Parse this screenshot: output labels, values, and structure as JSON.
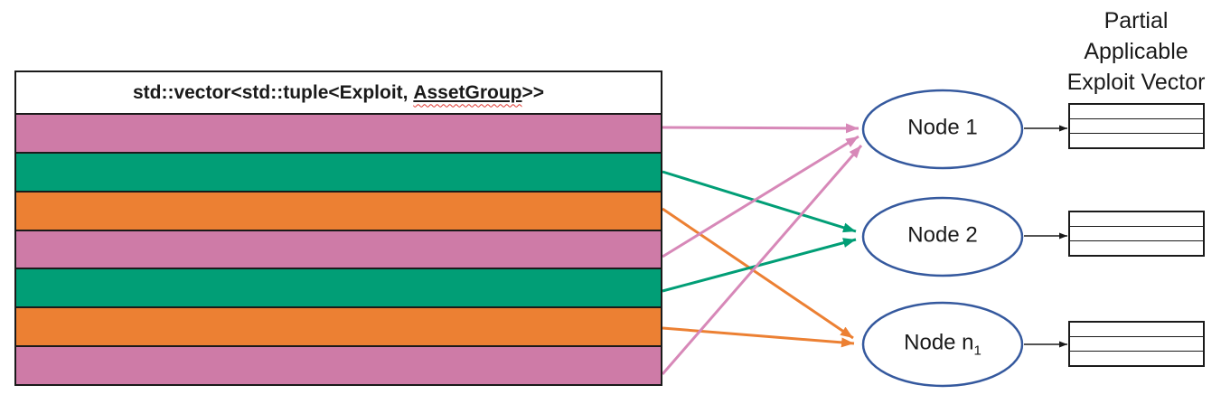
{
  "diagram": {
    "vector_table": {
      "header_prefix": "std::vector<std::tuple<Exploit, ",
      "header_misspelled_word": "AssetGroup",
      "header_suffix": ">>",
      "rows": [
        {
          "index": 0,
          "color_name": "pink",
          "target": "Node 1"
        },
        {
          "index": 1,
          "color_name": "green",
          "target": "Node 2"
        },
        {
          "index": 2,
          "color_name": "orange",
          "target": "Node n1"
        },
        {
          "index": 3,
          "color_name": "pink",
          "target": "Node 1"
        },
        {
          "index": 4,
          "color_name": "green",
          "target": "Node 2"
        },
        {
          "index": 5,
          "color_name": "orange",
          "target": "Node n1"
        },
        {
          "index": 6,
          "color_name": "pink",
          "target": "Node 1"
        }
      ]
    },
    "nodes": [
      {
        "label": "Node 1",
        "sub": ""
      },
      {
        "label": "Node 2",
        "sub": ""
      },
      {
        "label": "Node n",
        "sub": "1"
      }
    ],
    "output_title": {
      "line1": "Partial",
      "line2": "Applicable",
      "line3": "Exploit Vector"
    },
    "mini_table_rows": 3,
    "mappings": [
      {
        "rows": [
          1,
          4,
          7
        ],
        "color": "pink",
        "to": "Node 1"
      },
      {
        "rows": [
          2,
          5
        ],
        "color": "green",
        "to": "Node 2"
      },
      {
        "rows": [
          3,
          6
        ],
        "color": "orange",
        "to": "Node n1"
      }
    ],
    "colors": {
      "pink": "#ce7ba7",
      "green": "#019e76",
      "orange": "#ec8033",
      "arrow_pink": "#d788b8",
      "node_border": "#35599e",
      "line_black": "#1a1a1a",
      "spellcheck_red": "#de352c"
    }
  }
}
